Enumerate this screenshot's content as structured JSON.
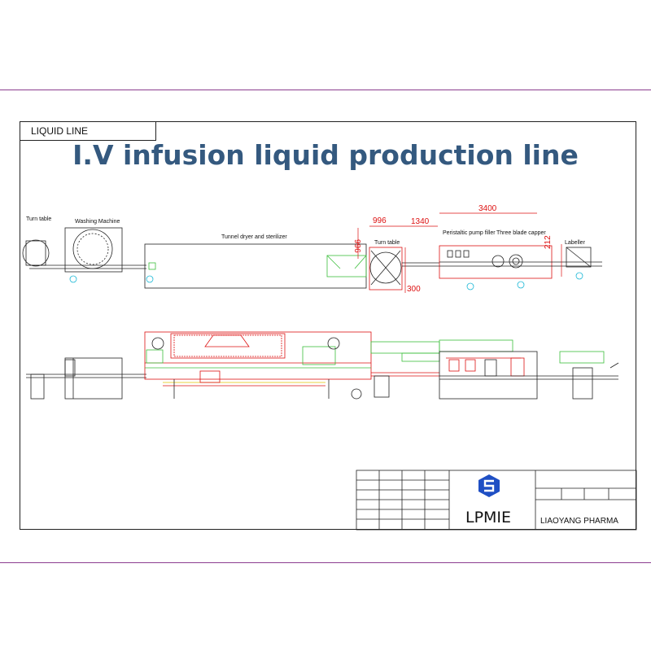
{
  "sheet_tag": "LIQUID LINE",
  "title": "I.V infusion liquid production line",
  "labels": {
    "turn_table_left": "Turn table",
    "washing_machine": "Washing Machine",
    "tunnel": "Tunnel dryer and sterilizer",
    "turn_table_right": "Turn table",
    "filler": "Peristaltic pump filler",
    "capper": "Three blade capper",
    "labeller": "Labeller"
  },
  "dimensions": {
    "d996_top": "996",
    "d996_side": "996",
    "d1340": "1340",
    "d3400": "3400",
    "d300": "300",
    "d212": "212"
  },
  "title_block": {
    "company": "LPMIE",
    "client": "LIAOYANG PHARMA",
    "logo_icon": "lpmie-s-logo-icon",
    "logo_color": "#1f4fc4"
  },
  "colors": {
    "accent_rule": "#8b3d8f",
    "title": "#34597f",
    "dimension": "#d11111",
    "cyan": "#19b7d6",
    "green": "#3cbf3c"
  }
}
